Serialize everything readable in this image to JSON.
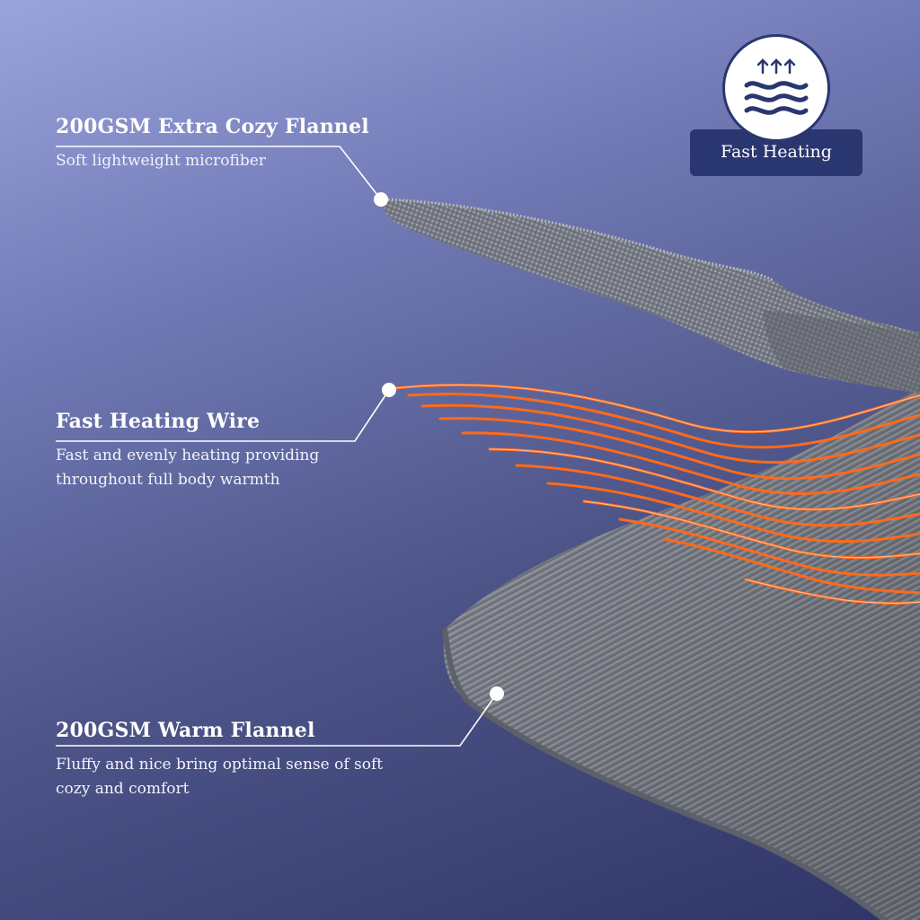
{
  "badge": {
    "label": "Fast Heating",
    "icon": "heat-waves-icon"
  },
  "layers": [
    {
      "title": "200GSM Extra Cozy Flannel",
      "description": "Soft lightweight microfiber"
    },
    {
      "title": "Fast Heating Wire",
      "description_lines": [
        "Fast and evenly heating providing",
        "throughout full body warmth"
      ]
    },
    {
      "title": "200GSM Warm Flannel",
      "description_lines": [
        "Fluffy and nice bring optimal sense of soft",
        "cozy and comfort"
      ]
    }
  ],
  "colors": {
    "background_top": "#9aa3dc",
    "background_bottom": "#2f3566",
    "badge": "#2a3670",
    "wire": "#ff6a1a",
    "flannel": "#8a8d96"
  }
}
